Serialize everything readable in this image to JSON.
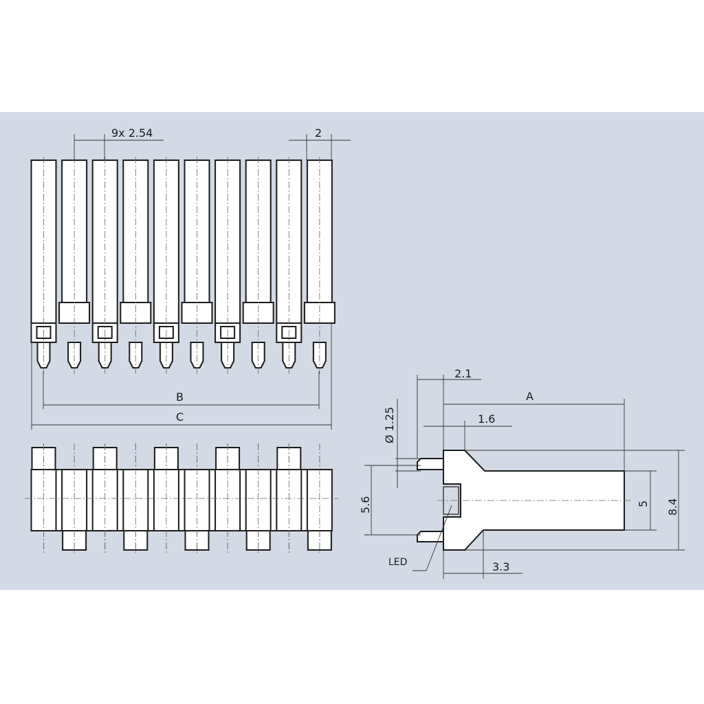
{
  "drawing": {
    "pin_count": 10,
    "dimensions": {
      "pitch": "9x 2.54",
      "width_top": "2",
      "B": "B",
      "C": "C",
      "offset": "2.1",
      "A": "A",
      "step": "1.6",
      "pin_diameter": "Ø 1.25",
      "pin_spacing": "5.6",
      "body_height": "5",
      "overall_height": "8.4",
      "led_label": "LED",
      "flare_length": "3.3"
    },
    "colors": {
      "background": "#d3dae6",
      "part": "#ffffff",
      "line": "#1a1a1a"
    }
  }
}
